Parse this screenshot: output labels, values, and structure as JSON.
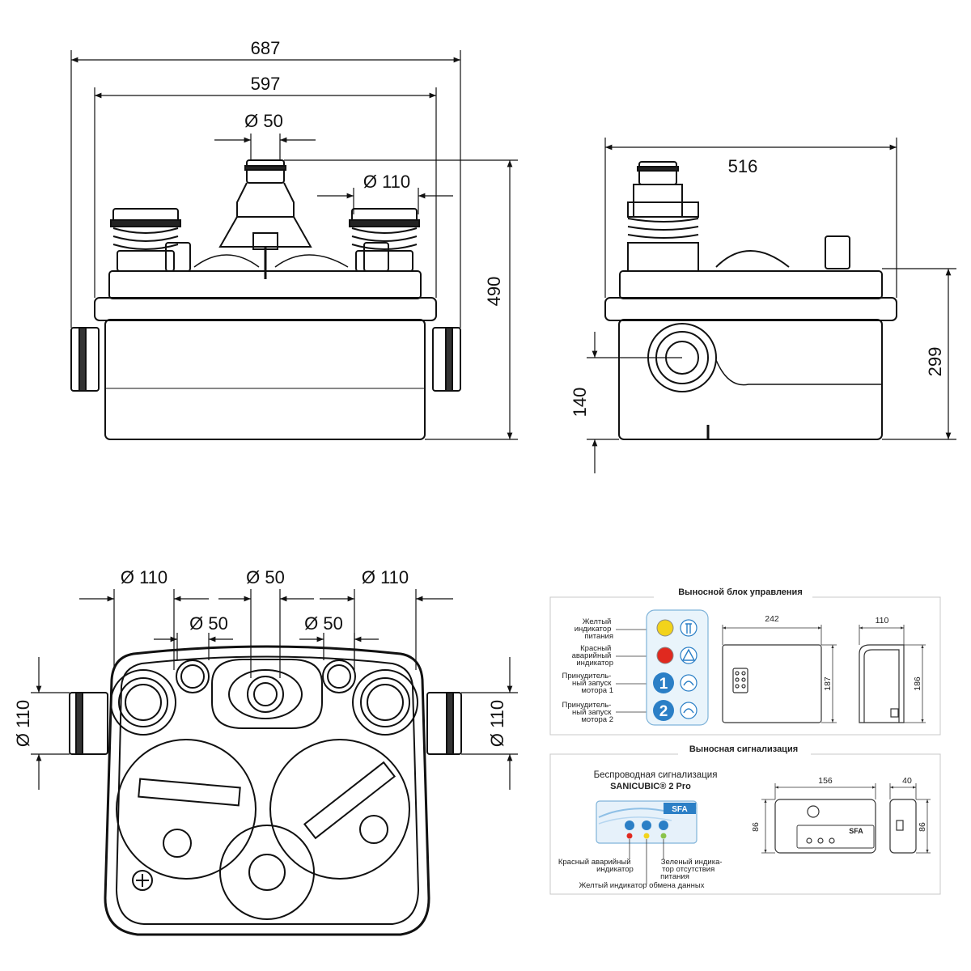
{
  "front_view": {
    "width_overall": "687",
    "width_body": "597",
    "top_outlet": "Ø 50",
    "side_inlet": "Ø 110",
    "height_total": "490"
  },
  "side_view": {
    "depth": "516",
    "height_lid": "299",
    "height_outlet": "140"
  },
  "top_view": {
    "inlet_left": "Ø 110",
    "outlet_center": "Ø 50",
    "inlet_right": "Ø 110",
    "aux_left": "Ø 50",
    "aux_right": "Ø 50",
    "side_left": "Ø 110",
    "side_right": "Ø 110"
  },
  "control_box": {
    "title": "Выносной блок управления",
    "labels": [
      [
        "Желтый",
        "индикатор",
        "питания"
      ],
      [
        "Красный",
        "аварийный",
        "индикатор"
      ],
      [
        "Принудитель-",
        "ный запуск",
        "мотора 1"
      ],
      [
        "Принудитель-",
        "ный запуск",
        "мотора 2"
      ]
    ],
    "button_1": "1",
    "button_2": "2",
    "width": "242",
    "height": "187",
    "depth": "110",
    "depth_height": "186",
    "colors": {
      "yellow": "#f2d31b",
      "red": "#e0291f",
      "blue": "#2b7fc6"
    }
  },
  "remote_alarm": {
    "title": "Выносная сигнализация",
    "heading": "Беспроводная сигнализация",
    "product": "SANICUBIC® 2 Pro",
    "brand": "SFA",
    "label_red": [
      "Красный аварийный",
      "индикатор"
    ],
    "label_green": [
      "Зеленый индика-",
      "тор отсутствия",
      "питания"
    ],
    "label_yellow": "Желтый индикатор обмена данных",
    "width": "156",
    "height": "86",
    "depth": "40",
    "depth_height": "86"
  }
}
